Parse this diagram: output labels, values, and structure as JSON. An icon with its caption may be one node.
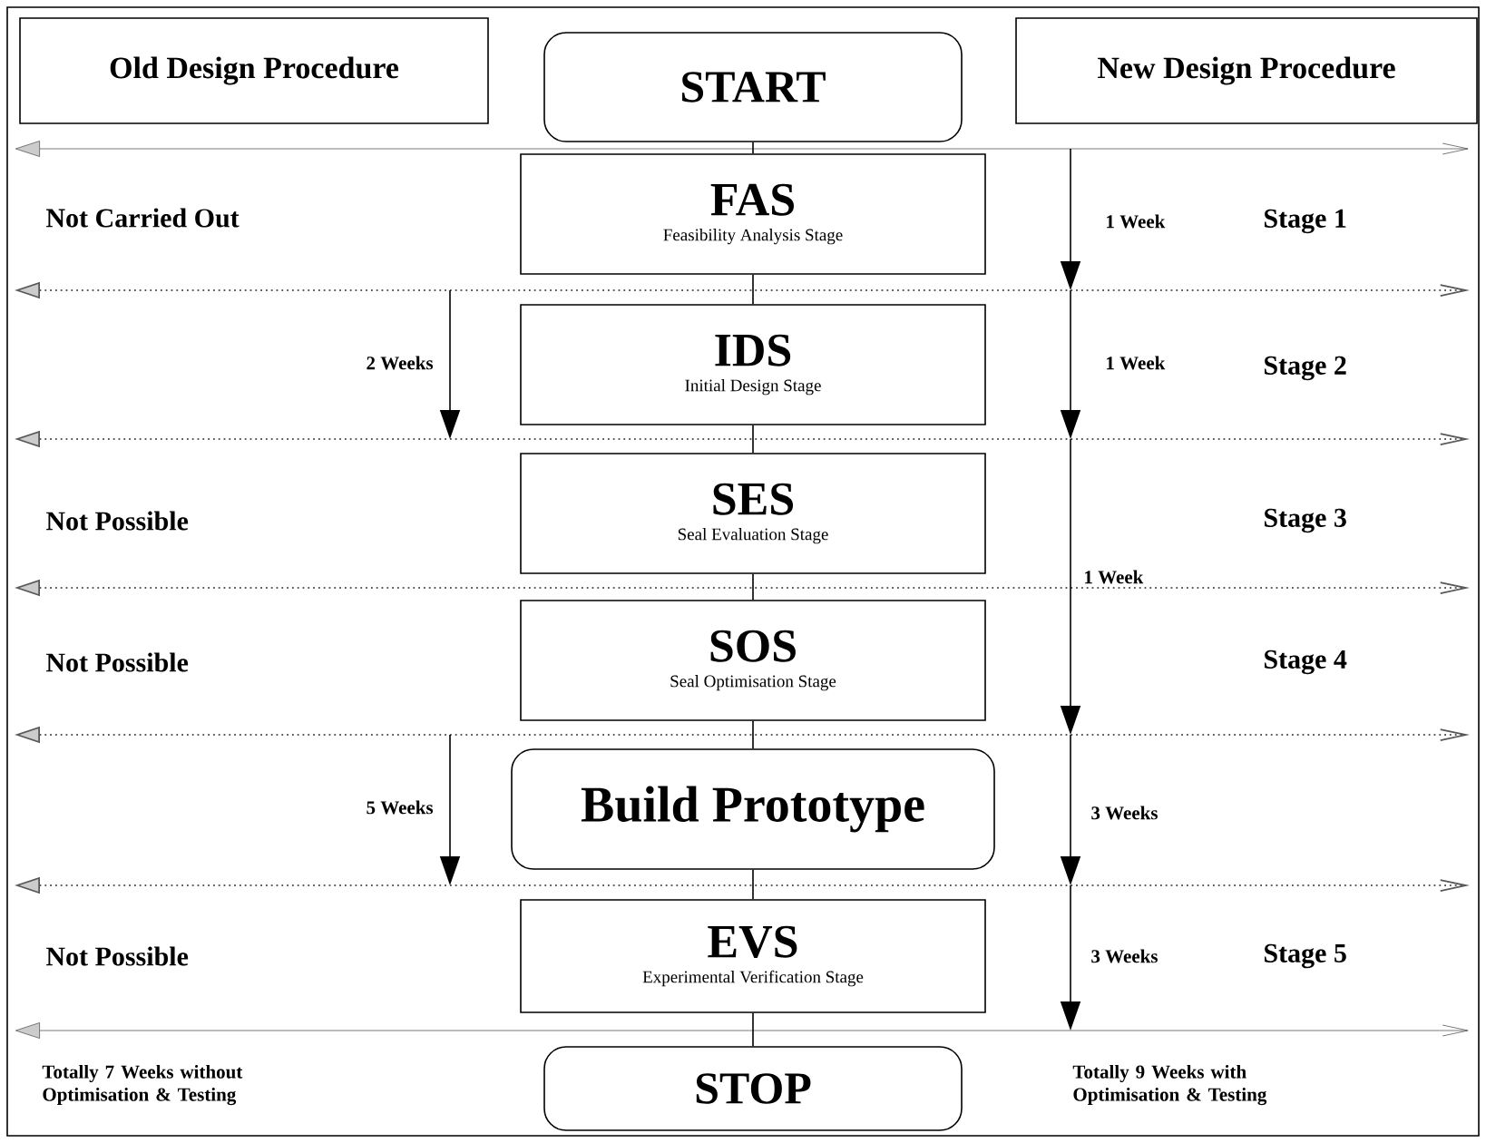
{
  "diagram": {
    "nodes": [
      {
        "text": [
          "Old Design Procedure"
        ]
      },
      {
        "text": [
          "START"
        ]
      },
      {
        "text": [
          "New Design Procedure"
        ]
      },
      {
        "text": [
          "FAS",
          "Feasibility Analysis Stage"
        ]
      },
      {
        "text": [
          "IDS",
          "Initial Design Stage"
        ]
      },
      {
        "text": [
          "SES",
          "Seal Evaluation Stage"
        ]
      },
      {
        "text": [
          "SOS",
          "Seal Optimisation Stage"
        ]
      },
      {
        "text": [
          "Build Prototype"
        ]
      },
      {
        "text": [
          "EVS",
          "Experimental Verification Stage"
        ]
      },
      {
        "text": [
          "STOP"
        ]
      }
    ],
    "edges": [
      {
        "from": 1,
        "to": 3,
        "arrow": "none"
      },
      {
        "from": 3,
        "to": 4,
        "arrow": "none"
      },
      {
        "from": 4,
        "to": 5,
        "arrow": "none"
      },
      {
        "from": 5,
        "to": 6,
        "arrow": "none"
      },
      {
        "from": 6,
        "to": 7,
        "arrow": "none"
      },
      {
        "from": 7,
        "to": 8,
        "arrow": "none"
      },
      {
        "from": 8,
        "to": 9,
        "arrow": "none"
      }
    ],
    "labels": [
      "Not Carried Out",
      "1 Week",
      "Stage 1",
      "2 Weeks",
      "1 Week",
      "Stage 2",
      "Not Possible",
      "Stage 3",
      "1 Week",
      "Not Possible",
      "Stage 4",
      "5 Weeks",
      "3 Weeks",
      "Not Possible",
      "3 Weeks",
      "Stage 5",
      "Totally 7 Weeks without Optimisation & Testing",
      "Totally 9 Weeks with Optimisation & Testing"
    ]
  }
}
